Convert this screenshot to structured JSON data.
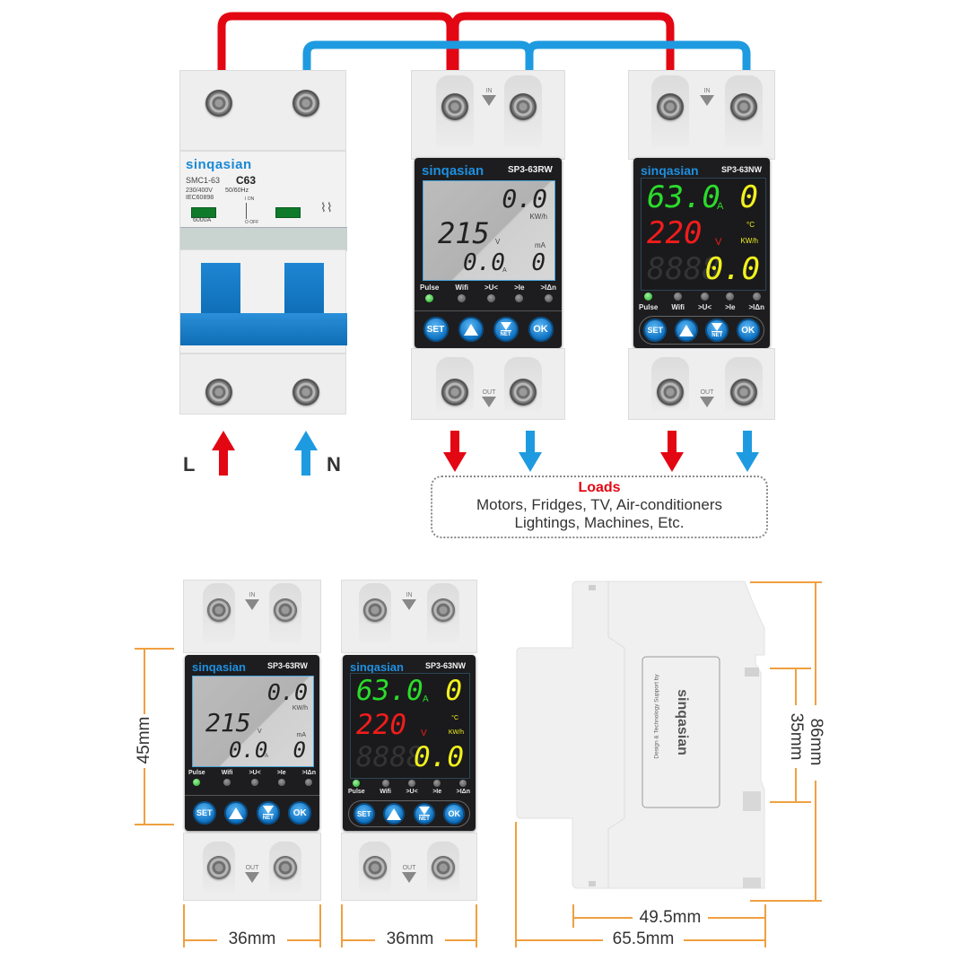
{
  "colors": {
    "live_wire": "#e30613",
    "neutral_wire": "#1e9be0",
    "dimension_line": "#f0a040",
    "brand_blue": "#1e8fe0",
    "loads_title": "#e30613"
  },
  "breaker": {
    "brand": "sinqasian",
    "model": "SMC1-63",
    "rating": "C63",
    "voltage": "230/400V",
    "frequency": "50/60Hz",
    "standard": "IEC60898",
    "breaking_capacity": "6000A",
    "on_label": "I ON",
    "off_label": "O OFF",
    "toggle_label": "OFF",
    "input_labels": [
      "L",
      "N"
    ]
  },
  "meter_lcd": {
    "brand": "sinqasian",
    "model": "SP3-63RW",
    "voltage_value": "215",
    "voltage_unit": "V",
    "energy_value": "0.0",
    "energy_unit": "KW/h",
    "current_value": "0.0",
    "current_unit": "A",
    "leakage_value": "0",
    "leakage_unit": "mA",
    "in_label": "IN",
    "out_label": "OUT"
  },
  "meter_led": {
    "brand": "sinqasian",
    "model": "SP3-63NW",
    "current_value": "63.0",
    "current_unit": "A",
    "voltage_value": "220",
    "voltage_unit": "V",
    "temp_value": "0",
    "temp_unit": "°C",
    "energy_value": "0.0",
    "energy_unit": "KW/h",
    "in_label": "IN",
    "out_label": "OUT"
  },
  "indicators": [
    {
      "label": "Pulse",
      "on": true
    },
    {
      "label": "Wifi",
      "on": false
    },
    {
      "label": ">U<",
      "on": false
    },
    {
      "label": ">Ie",
      "on": false
    },
    {
      "label": ">IΔn",
      "on": false
    }
  ],
  "buttons": {
    "set": "SET",
    "up_icon": "up-triangle",
    "down_net": "NET",
    "ok": "OK"
  },
  "loads": {
    "title": "Loads",
    "line1": "Motors, Fridges, TV, Air-conditioners",
    "line2": "Lightings, Machines, Etc."
  },
  "side_view": {
    "credit": "Design & Technology Support by",
    "brand": "sinqasian"
  },
  "dimensions": {
    "height_face": "45mm",
    "width_lcd": "36mm",
    "width_led": "36mm",
    "depth_full": "65.5mm",
    "depth_body": "49.5mm",
    "height_total": "86mm",
    "rail_width": "35mm"
  }
}
